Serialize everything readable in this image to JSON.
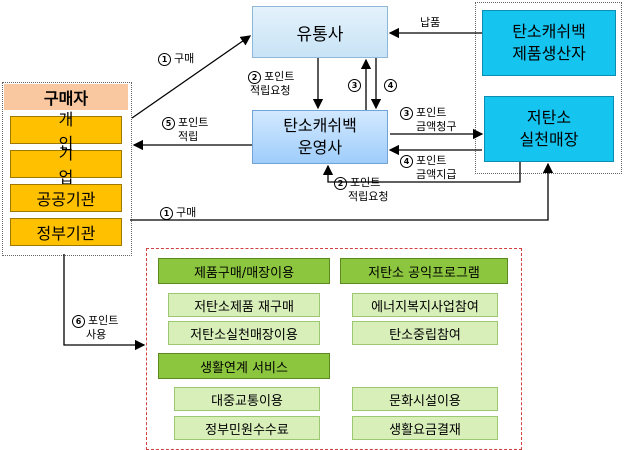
{
  "buyer": {
    "title": "구매자",
    "items": [
      "개 인",
      "기 업",
      "공공기관",
      "정부기관"
    ]
  },
  "distributor": "유통사",
  "operator": {
    "line1": "탄소캐쉬백",
    "line2": "운영사"
  },
  "producer": {
    "line1": "탄소캐쉬백",
    "line2": "제품생산자"
  },
  "store": {
    "line1": "저탄소",
    "line2": "실천매장"
  },
  "arrows": {
    "supply": "납품",
    "purchase_top": {
      "num": "①",
      "text": "구매"
    },
    "accrual_request_1": {
      "num": "②",
      "line1": "포인트",
      "line2": "적립요청"
    },
    "num3": "③",
    "num4": "④",
    "accrual": {
      "num": "⑤",
      "line1": "포인트",
      "line2": "적립"
    },
    "claim": {
      "num": "③",
      "line1": "포인트",
      "line2": "금액청구"
    },
    "payment": {
      "num": "④",
      "line1": "포인트",
      "line2": "금액지급"
    },
    "accrual_request_2": {
      "num": "②",
      "line1": "포인트",
      "line2": "적립요청"
    },
    "purchase_bottom": {
      "num": "①",
      "text": "구매"
    },
    "use": {
      "num": "⑥",
      "line1": "포인트",
      "line2": "사용"
    }
  },
  "usage": {
    "categories": {
      "product": "제품구매/매장이용",
      "program": "저탄소 공익프로그램",
      "life": "생활연계 서비스"
    },
    "items": {
      "repurchase": "저탄소제품 재구매",
      "store_use": "저탄소실천매장이용",
      "energy": "에너지복지사업참여",
      "neutral": "탄소중립참여",
      "transit": "대중교통이용",
      "culture": "문화시설이용",
      "fee": "정부민원수수료",
      "bill": "생활요금결재"
    }
  }
}
